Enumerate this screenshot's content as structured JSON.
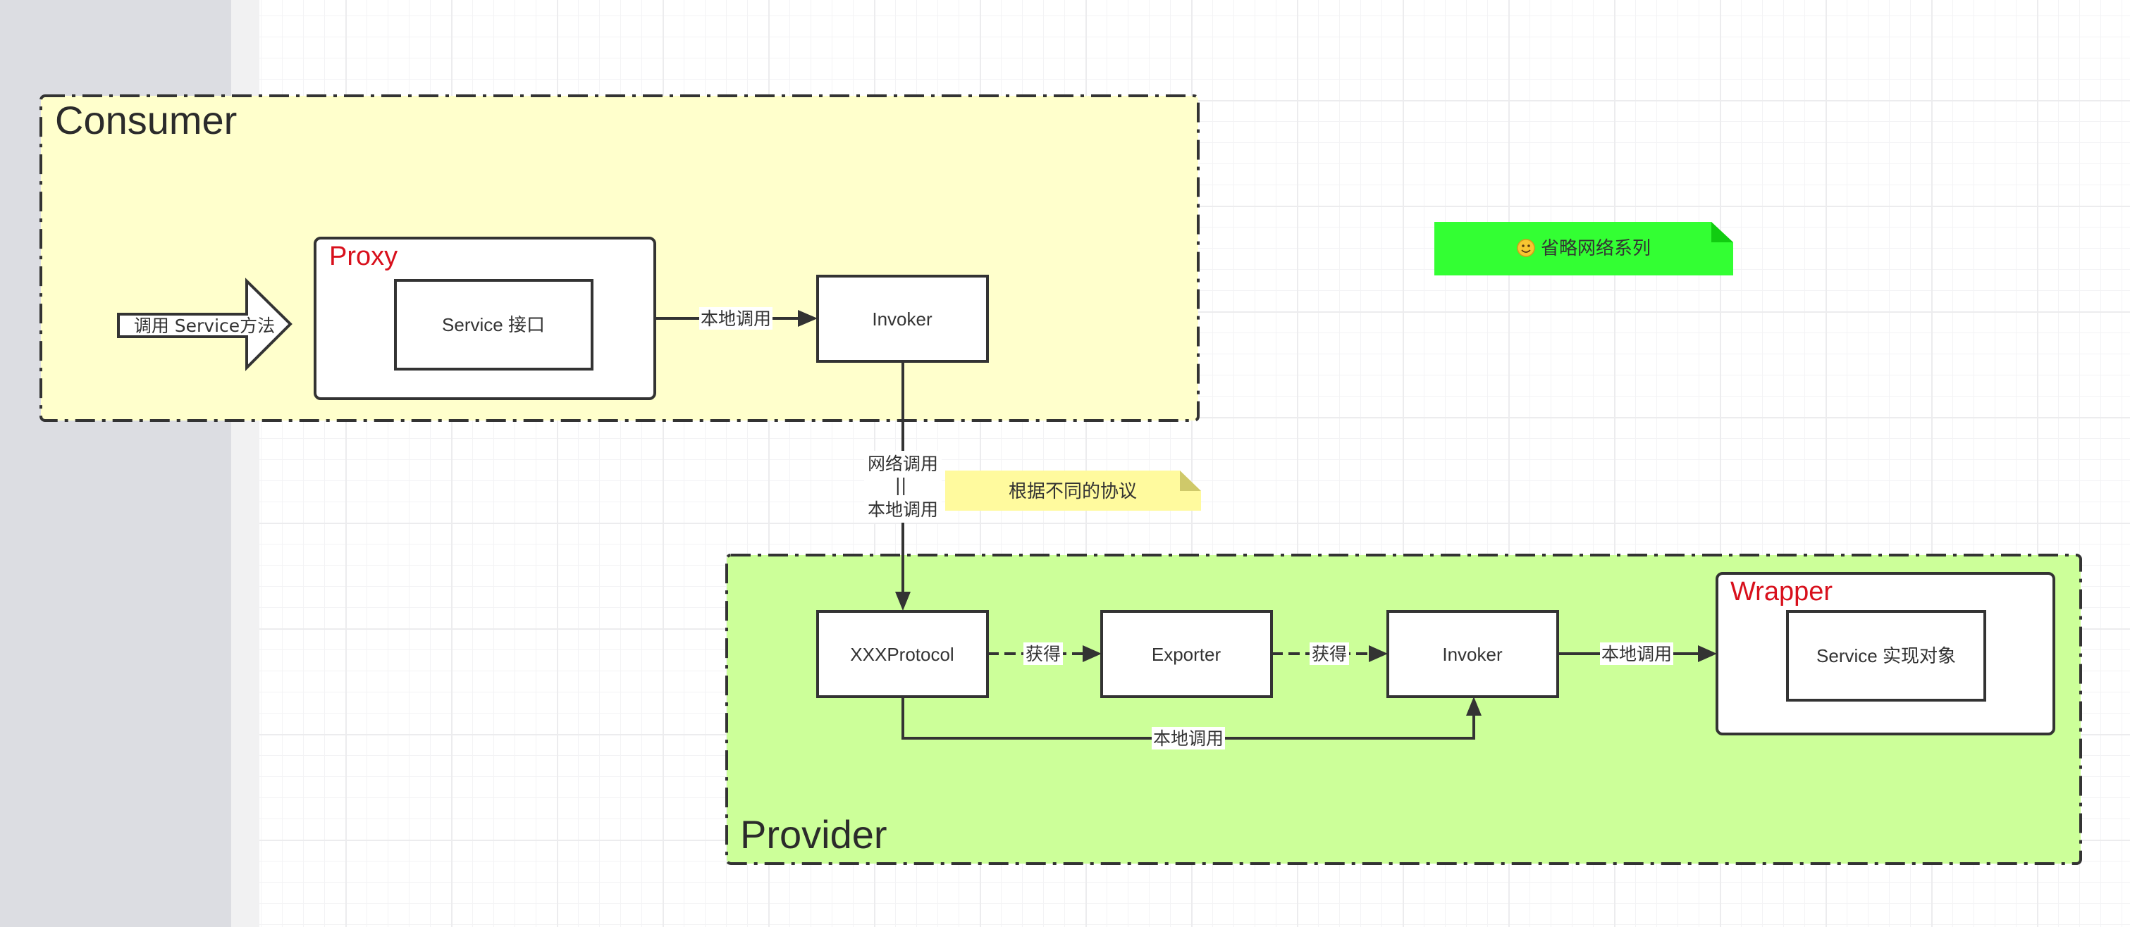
{
  "app": {
    "sidebar": "collapsed-panel",
    "canvas": "grid-canvas"
  },
  "colors": {
    "consumer_fill": "#ffffcc",
    "provider_fill": "#ccff99",
    "title_red": "#d8101c",
    "stroke": "#333333",
    "note_yellow": "#fffa9e",
    "note_green": "#33ff33"
  },
  "consumer": {
    "title": "Consumer",
    "call_arrow_label": "调用 Service方法",
    "proxy": {
      "title": "Proxy",
      "inner": "Service 接口"
    },
    "edge_to_invoker": "本地调用",
    "invoker": "Invoker"
  },
  "link": {
    "label_line1": "网络调用",
    "label_line2": "||",
    "label_line3": "本地调用"
  },
  "notes": {
    "protocol_note": "根据不同的协议",
    "network_note": "省略网络系列",
    "network_note_icon": "slightly-smiling-face-emoji"
  },
  "provider": {
    "title": "Provider",
    "protocol": "XXXProtocol",
    "exporter": "Exporter",
    "invoker": "Invoker",
    "edge_protocol_exporter": "获得",
    "edge_exporter_invoker": "获得",
    "edge_invoker_wrapper": "本地调用",
    "edge_protocol_invoker": "本地调用",
    "wrapper": {
      "title": "Wrapper",
      "inner": "Service 实现对象"
    }
  }
}
